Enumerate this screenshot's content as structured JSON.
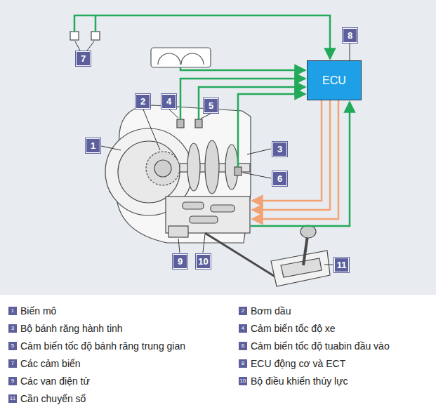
{
  "diagram": {
    "nodes": [
      {
        "text": [
          "ECU"
        ]
      }
    ],
    "labels": [
      "7",
      "8",
      "2",
      "4",
      "5",
      "1",
      "3",
      "6",
      "9",
      "10",
      "11",
      "1",
      "Biến mô",
      "2",
      "Bơm dầu",
      "3",
      "Bộ bánh răng hành tinh",
      "4",
      "Cảm biến tốc độ xe",
      "5",
      "Cảm biến tốc độ bánh răng trung gian",
      "6",
      "Cảm biến tốc độ tuabin đầu vào",
      "7",
      "Các cảm biến",
      "8",
      "ECU động cơ và ECT",
      "9",
      "Các van điện tử",
      "10",
      "Bộ điều khiển thủy lực",
      "11",
      "Cần chuyển số"
    ]
  }
}
